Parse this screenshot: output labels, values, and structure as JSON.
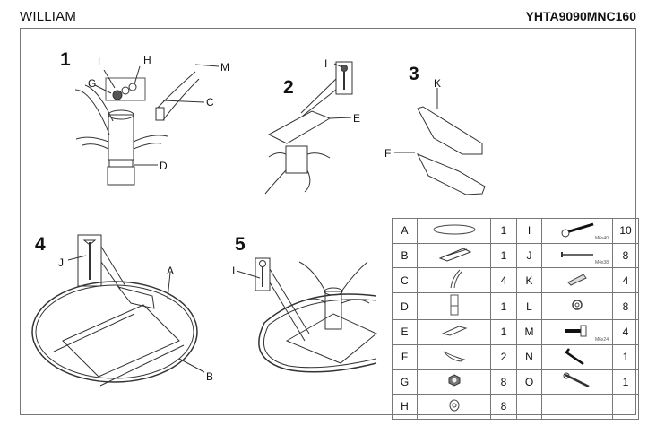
{
  "header": {
    "title": "WILLIAM",
    "model_code": "YHTA9090MNC160"
  },
  "steps": [
    {
      "number": "1",
      "labels": [
        "L",
        "H",
        "M",
        "G",
        "C",
        "D"
      ]
    },
    {
      "number": "2",
      "labels": [
        "I",
        "E"
      ]
    },
    {
      "number": "3",
      "labels": [
        "K",
        "F"
      ]
    },
    {
      "number": "4",
      "labels": [
        "J",
        "A",
        "B"
      ]
    },
    {
      "number": "5",
      "labels": [
        "I"
      ]
    }
  ],
  "parts_table": {
    "rows": [
      {
        "left": {
          "letter": "A",
          "icon": "oval-tabletop-icon",
          "qty": "1"
        },
        "right": {
          "letter": "I",
          "icon": "bolt-icon",
          "spec": "M6x40",
          "qty": "10"
        }
      },
      {
        "left": {
          "letter": "B",
          "icon": "frame-bracket-icon",
          "qty": "1"
        },
        "right": {
          "letter": "J",
          "icon": "wood-screw-icon",
          "spec": "M4x38",
          "qty": "8"
        }
      },
      {
        "left": {
          "letter": "C",
          "icon": "leg-icon",
          "qty": "4"
        },
        "right": {
          "letter": "K",
          "icon": "dowel-icon",
          "spec": "",
          "qty": "4"
        }
      },
      {
        "left": {
          "letter": "D",
          "icon": "pedestal-column-icon",
          "qty": "1"
        },
        "right": {
          "letter": "L",
          "icon": "spring-washer-icon",
          "spec": "",
          "qty": "8"
        }
      },
      {
        "left": {
          "letter": "E",
          "icon": "mounting-plate-icon",
          "qty": "1"
        },
        "right": {
          "letter": "M",
          "icon": "hanger-bolt-icon",
          "spec": "M6x24",
          "qty": "4"
        }
      },
      {
        "left": {
          "letter": "F",
          "icon": "apron-rail-icon",
          "qty": "2"
        },
        "right": {
          "letter": "N",
          "icon": "allen-key-icon",
          "spec": "",
          "qty": "1"
        }
      },
      {
        "left": {
          "letter": "G",
          "icon": "hex-nut-icon",
          "qty": "8"
        },
        "right": {
          "letter": "O",
          "icon": "wrench-icon",
          "spec": "",
          "qty": "1"
        }
      },
      {
        "left": {
          "letter": "H",
          "icon": "flat-washer-icon",
          "qty": "8"
        },
        "right": {
          "letter": "",
          "icon": "",
          "spec": "",
          "qty": ""
        }
      }
    ]
  }
}
